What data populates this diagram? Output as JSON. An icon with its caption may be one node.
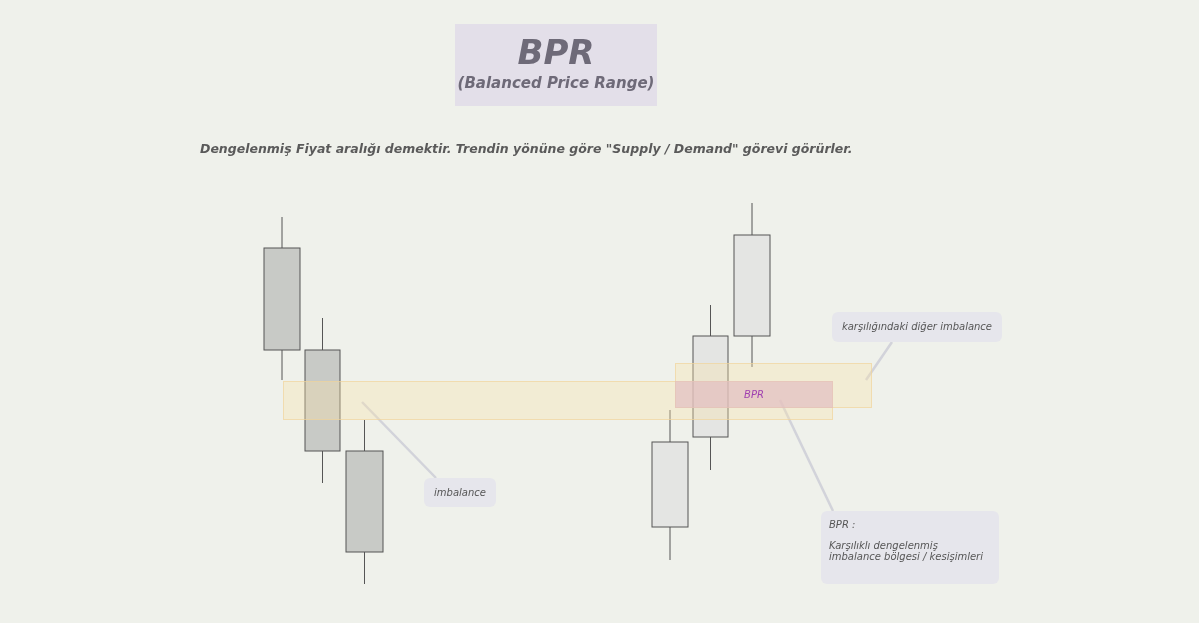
{
  "diagram": {
    "nodes": [
      {
        "text": [
          "BPR",
          "(Balanced Price Range)"
        ]
      },
      {
        "text": [],
        "shape": "box"
      },
      {
        "text": [],
        "shape": "box"
      },
      {
        "text": [
          "BPR"
        ]
      },
      {
        "text": [
          "imbalance"
        ]
      },
      {
        "text": [
          "karşılığındaki diğer imbalance"
        ]
      },
      {
        "text": [
          "BPR :",
          "Karşılıklı dengelenmiş imbalance bölgesi / kesişimleri"
        ]
      }
    ],
    "edges": [
      {
        "from": 4,
        "to": 1,
        "arrow": "none"
      },
      {
        "from": 5,
        "to": 2,
        "arrow": "none"
      },
      {
        "from": 6,
        "to": 3,
        "arrow": "none"
      }
    ],
    "labels": [
      "Dengelenmiş Fiyat aralığı demektir. Trendin yönüne göre \"Supply / Demand\" görevi görürler."
    ]
  }
}
